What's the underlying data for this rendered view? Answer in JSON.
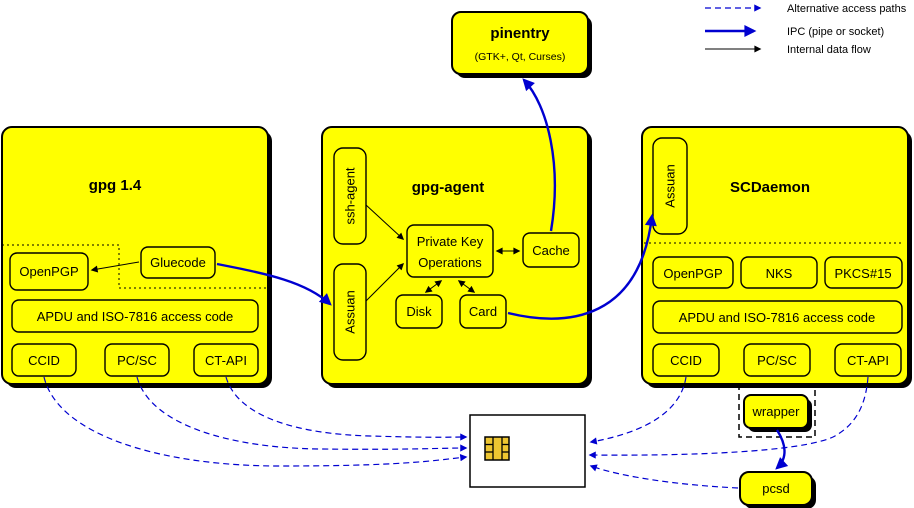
{
  "legend": {
    "alt": "Alternative access paths",
    "ipc": "IPC (pipe or socket)",
    "internal": "Internal data flow"
  },
  "pinentry": {
    "title": "pinentry",
    "subtitle": "(GTK+, Qt, Curses)"
  },
  "gpg14": {
    "title": "gpg 1.4",
    "openpgp": "OpenPGP",
    "gluecode": "Gluecode",
    "apdu": "APDU and ISO-7816 access code",
    "ccid": "CCID",
    "pcsc": "PC/SC",
    "ctapi": "CT-API"
  },
  "agent": {
    "title": "gpg-agent",
    "ssh_agent": "ssh-agent",
    "assuan": "Assuan",
    "pko1": "Private Key",
    "pko2": "Operations",
    "cache": "Cache",
    "disk": "Disk",
    "card": "Card"
  },
  "scd": {
    "title": "SCDaemon",
    "assuan": "Assuan",
    "openpgp": "OpenPGP",
    "nks": "NKS",
    "pkcs15": "PKCS#15",
    "apdu": "APDU and ISO-7816 access code",
    "ccid": "CCID",
    "pcsc": "PC/SC",
    "ctapi": "CT-API"
  },
  "misc": {
    "wrapper": "wrapper",
    "pcsd": "pcsd"
  },
  "colors": {
    "node_fill": "#ffff00",
    "border": "#000000",
    "blue": "#0000d0",
    "chip": "#edc531",
    "card_fill": "#ffffff"
  }
}
